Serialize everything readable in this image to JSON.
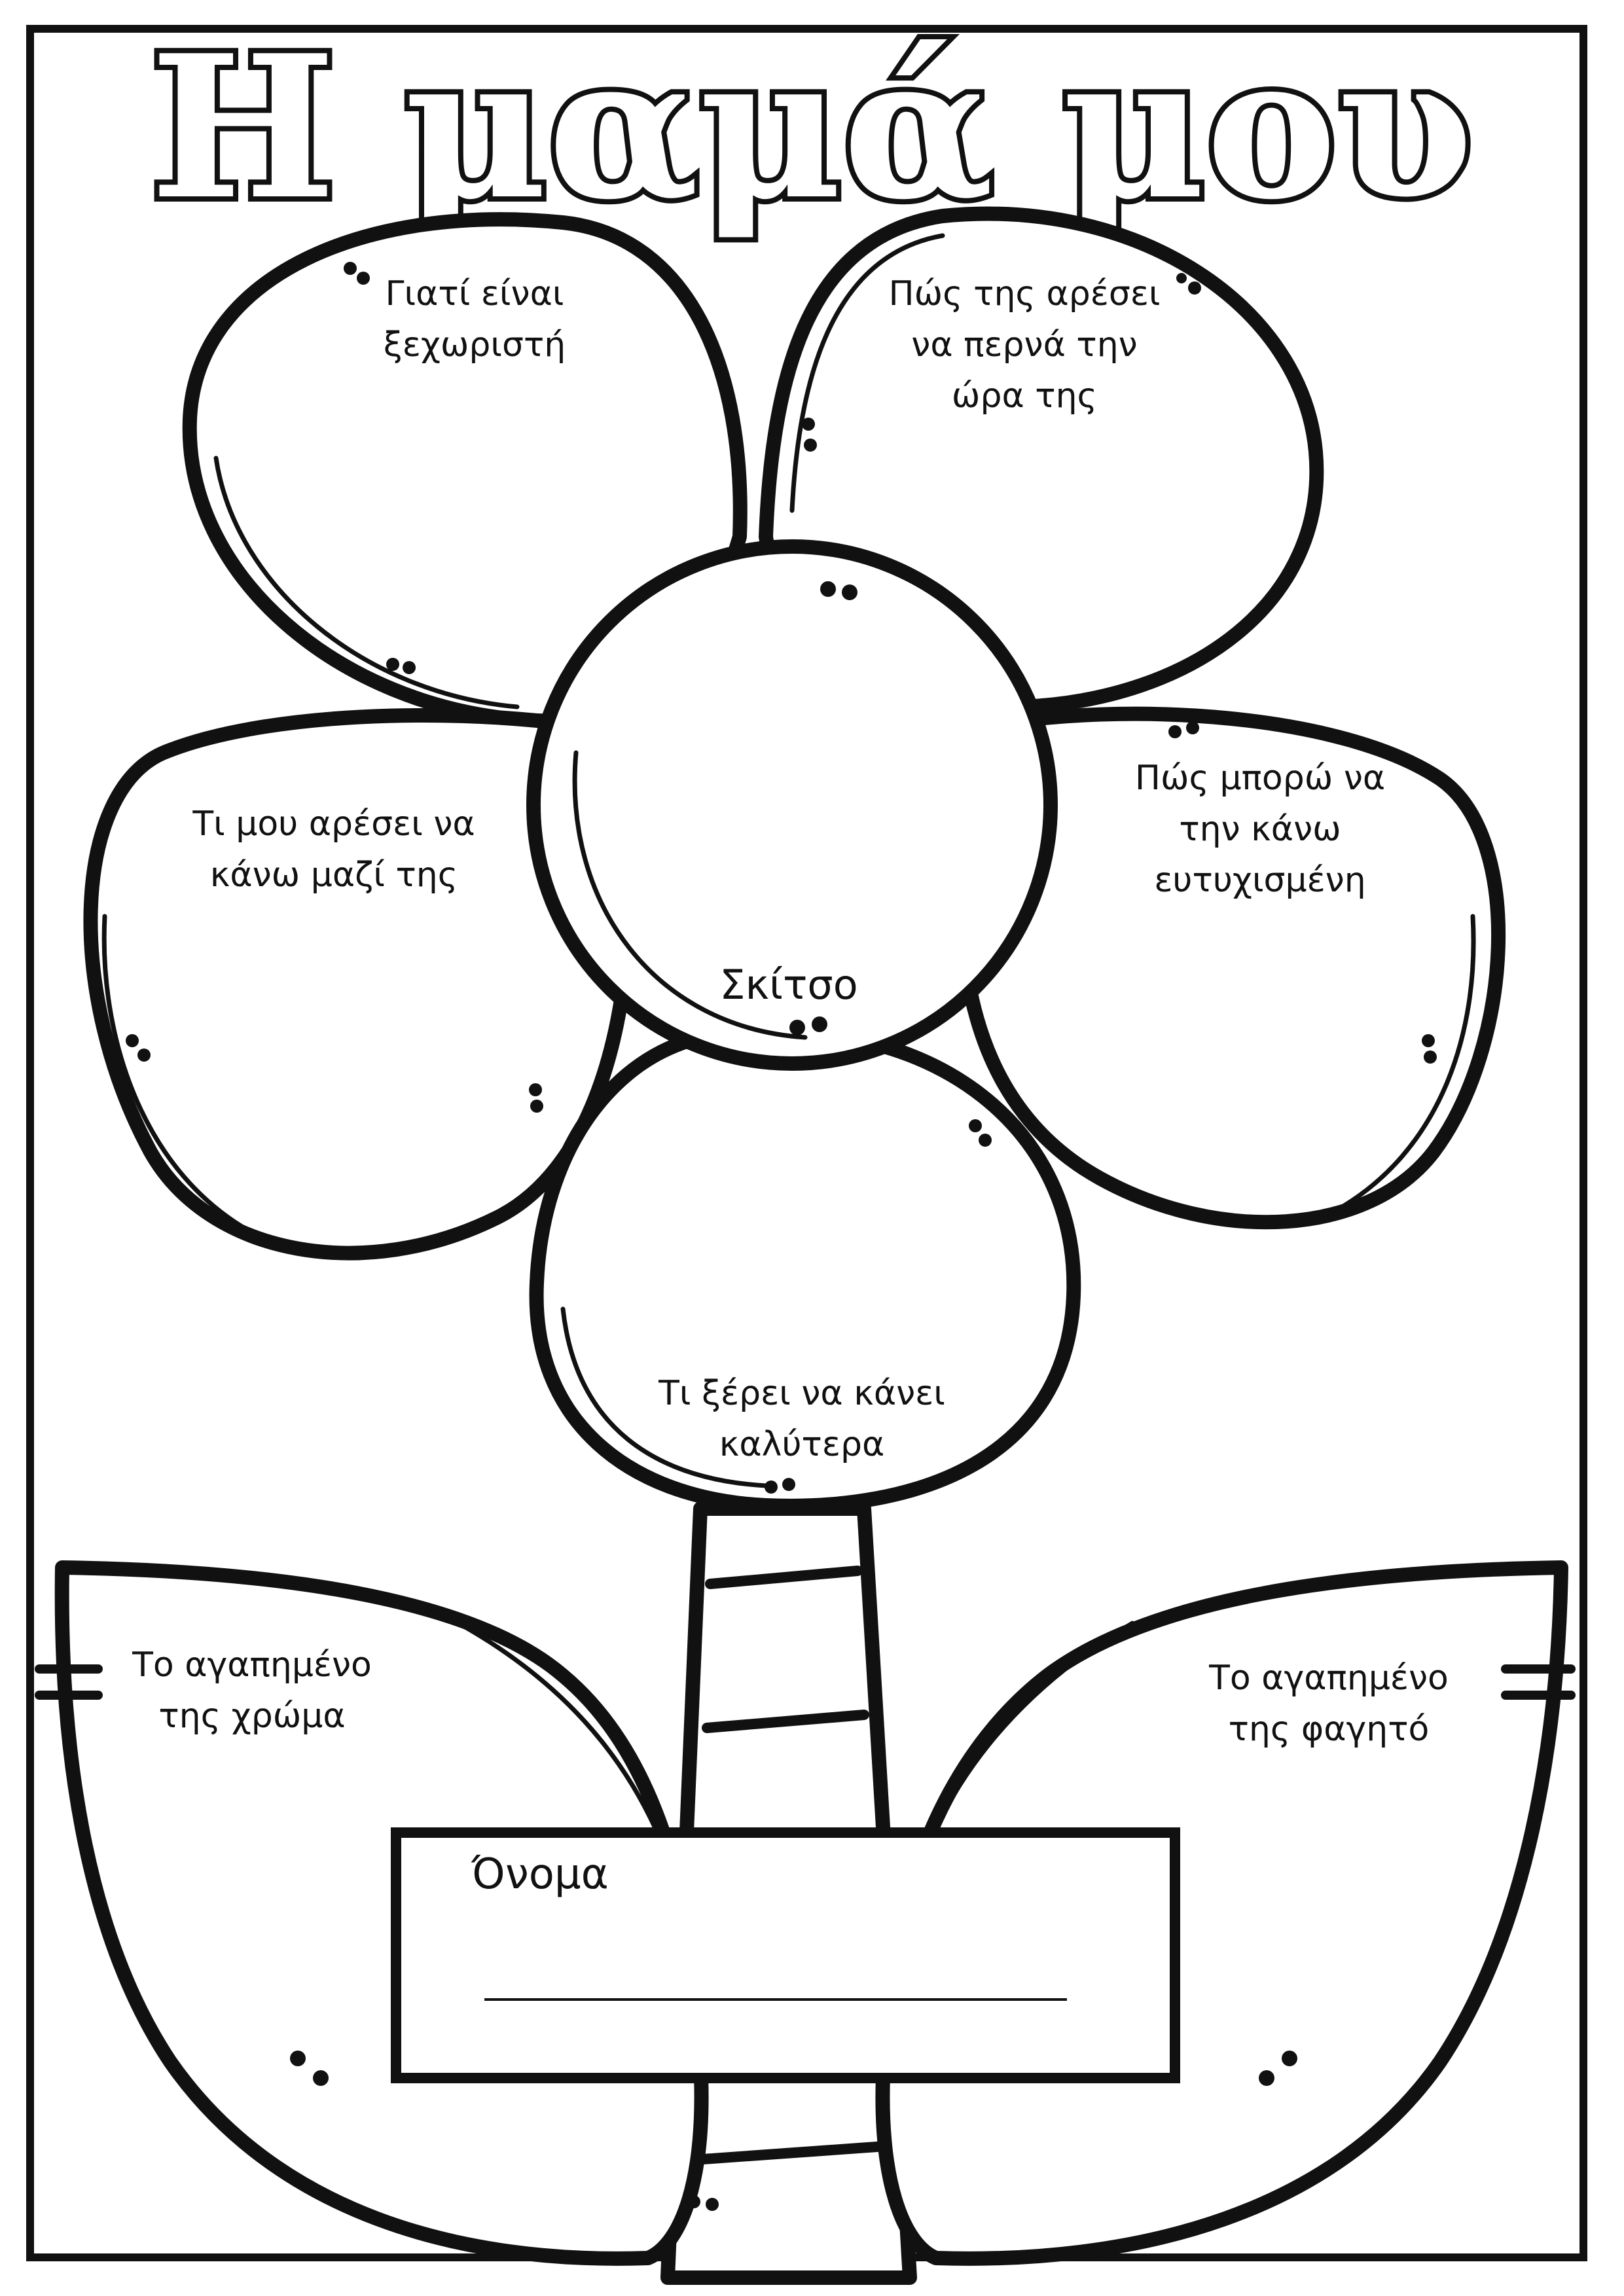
{
  "title": "Η μαμά μου",
  "petals": {
    "top_left": "Γιατί είναι\nξεχωριστή",
    "top_right": "Πώς της αρέσει\nνα περνά την\nώρα της",
    "middle_left": "Τι μου αρέσει να\nκάνω μαζί της",
    "middle_right": "Πώς μπορώ να\nτην κάνω\nευτυχισμένη",
    "bottom": "Τι ξέρει να κάνει\nκαλύτερα"
  },
  "center": "Σκίτσο",
  "leaves": {
    "left": "Το αγαπημένο\nτης χρώμα",
    "right": "Το αγαπημένο\nτης φαγητό"
  },
  "name_box": {
    "label": "Όνομα"
  }
}
